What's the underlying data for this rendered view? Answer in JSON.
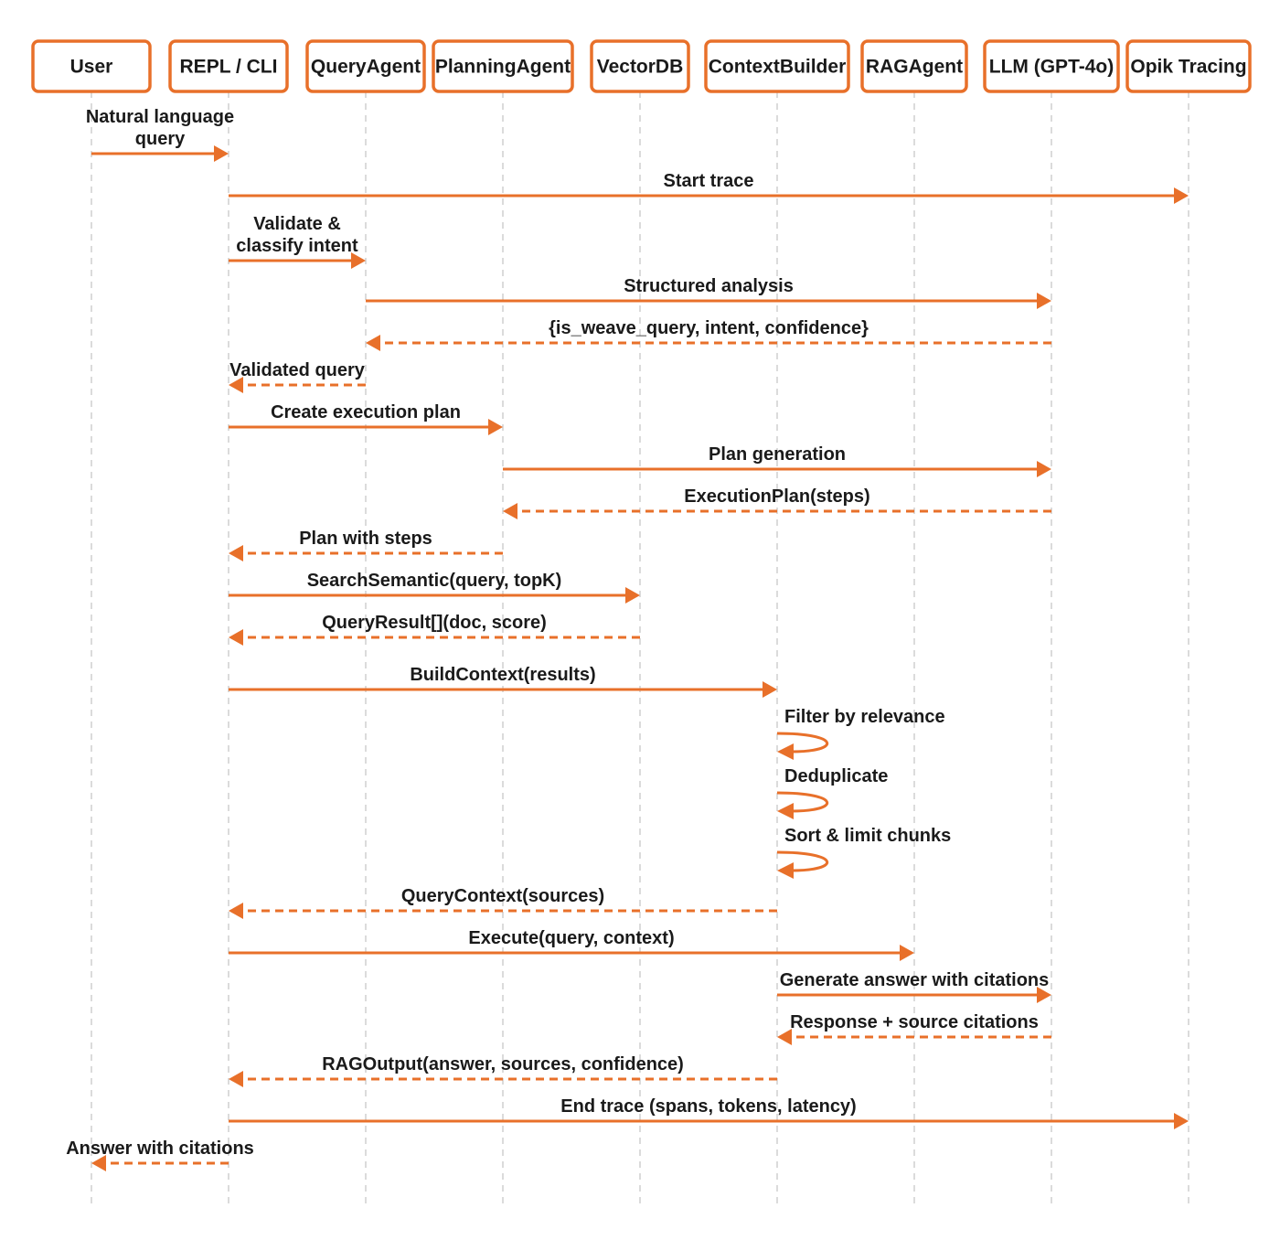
{
  "colors": {
    "accent": "#e8702a",
    "text": "#1a1a1a",
    "lifeline": "#cfcfcf"
  },
  "participants": [
    "User",
    "REPL / CLI",
    "QueryAgent",
    "PlanningAgent",
    "VectorDB",
    "ContextBuilder",
    "RAGAgent",
    "LLM (GPT-4o)",
    "Opik Tracing"
  ],
  "messages": [
    {
      "from": 0,
      "to": 1,
      "style": "solid",
      "lines": [
        "Natural language",
        "query"
      ]
    },
    {
      "from": 1,
      "to": 8,
      "style": "solid",
      "lines": [
        "Start trace"
      ]
    },
    {
      "from": 1,
      "to": 2,
      "style": "solid",
      "lines": [
        "Validate &",
        "classify intent"
      ]
    },
    {
      "from": 2,
      "to": 7,
      "style": "solid",
      "lines": [
        "Structured analysis"
      ]
    },
    {
      "from": 7,
      "to": 2,
      "style": "dashed",
      "lines": [
        "{is_weave_query, intent, confidence}"
      ]
    },
    {
      "from": 2,
      "to": 1,
      "style": "dashed",
      "lines": [
        "Validated query"
      ]
    },
    {
      "from": 1,
      "to": 3,
      "style": "solid",
      "lines": [
        "Create execution plan"
      ]
    },
    {
      "from": 3,
      "to": 7,
      "style": "solid",
      "lines": [
        "Plan generation"
      ]
    },
    {
      "from": 7,
      "to": 3,
      "style": "dashed",
      "lines": [
        "ExecutionPlan(steps)"
      ]
    },
    {
      "from": 3,
      "to": 1,
      "style": "dashed",
      "lines": [
        "Plan with steps"
      ]
    },
    {
      "from": 1,
      "to": 4,
      "style": "solid",
      "lines": [
        "SearchSemantic(query, topK)"
      ]
    },
    {
      "from": 4,
      "to": 1,
      "style": "dashed",
      "lines": [
        "QueryResult[](doc, score)"
      ]
    },
    {
      "from": 1,
      "to": 5,
      "style": "solid",
      "lines": [
        "BuildContext(results)"
      ]
    },
    {
      "from": 5,
      "to": 5,
      "style": "self",
      "lines": [
        "Filter by relevance"
      ]
    },
    {
      "from": 5,
      "to": 5,
      "style": "self",
      "lines": [
        "Deduplicate"
      ]
    },
    {
      "from": 5,
      "to": 5,
      "style": "self",
      "lines": [
        "Sort & limit chunks"
      ]
    },
    {
      "from": 5,
      "to": 1,
      "style": "dashed",
      "lines": [
        "QueryContext(sources)"
      ]
    },
    {
      "from": 1,
      "to": 6,
      "style": "solid",
      "lines": [
        "Execute(query, context)"
      ]
    },
    {
      "from": 5,
      "to": 7,
      "style": "solid",
      "lines": [
        "Generate answer with citations"
      ]
    },
    {
      "from": 7,
      "to": 5,
      "style": "dashed",
      "lines": [
        "Response + source citations"
      ]
    },
    {
      "from": 5,
      "to": 1,
      "style": "dashed",
      "lines": [
        "RAGOutput(answer, sources, confidence)"
      ]
    },
    {
      "from": 1,
      "to": 8,
      "style": "solid",
      "lines": [
        "End trace (spans, tokens, latency)"
      ]
    },
    {
      "from": 1,
      "to": 0,
      "style": "dashed",
      "lines": [
        "Answer with citations"
      ]
    }
  ]
}
